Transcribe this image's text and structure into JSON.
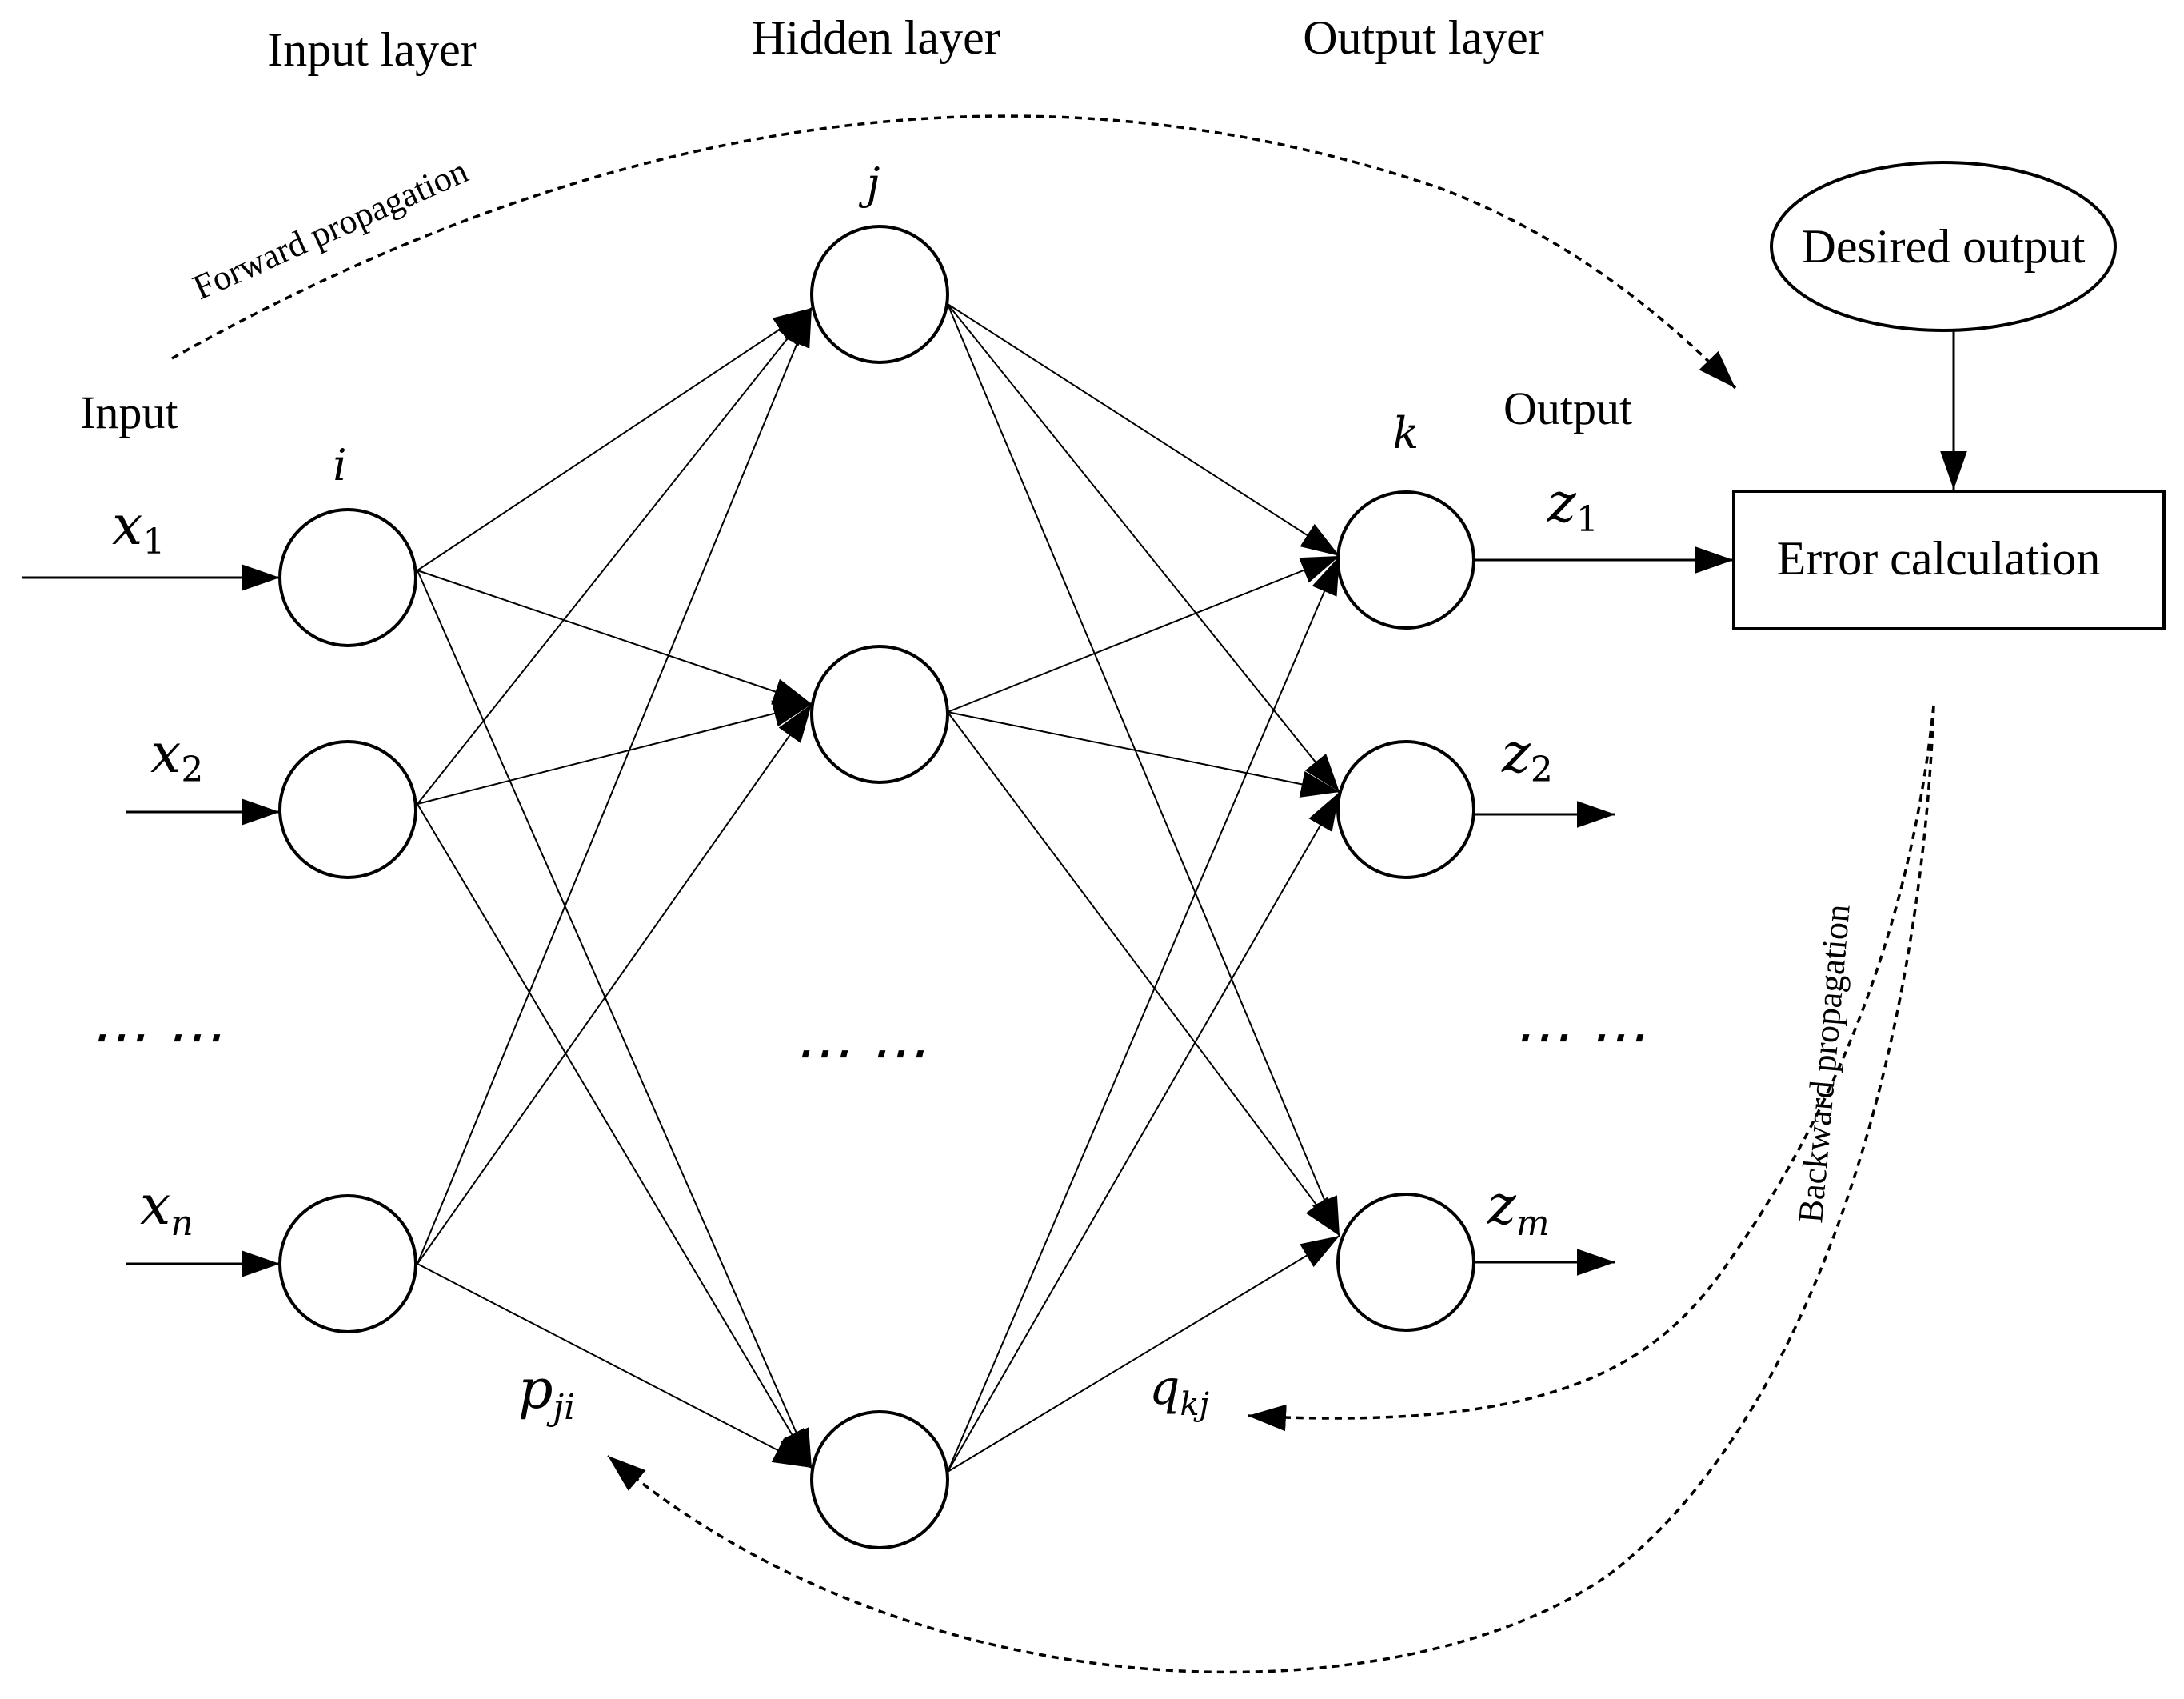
{
  "headers": {
    "input_layer": "Input layer",
    "hidden_layer": "Hidden layer",
    "output_layer": "Output layer"
  },
  "labels": {
    "input": "Input",
    "output": "Output",
    "forward": "Forward propagation",
    "backward": "Backward propagation",
    "desired_output": "Desired output",
    "error_calculation": "Error calculation",
    "ellipsis": "⋯ ⋯"
  },
  "indices": {
    "i": "i",
    "j": "j",
    "k": "k"
  },
  "inputs": [
    {
      "base": "x",
      "sub": "1"
    },
    {
      "base": "x",
      "sub": "2"
    },
    {
      "base": "x",
      "sub": "n"
    }
  ],
  "outputs": [
    {
      "base": "z",
      "sub": "1"
    },
    {
      "base": "z",
      "sub": "2"
    },
    {
      "base": "z",
      "sub": "m"
    }
  ],
  "weights": {
    "p": {
      "base": "p",
      "sub": "ji"
    },
    "q": {
      "base": "q",
      "sub": "kj"
    }
  }
}
